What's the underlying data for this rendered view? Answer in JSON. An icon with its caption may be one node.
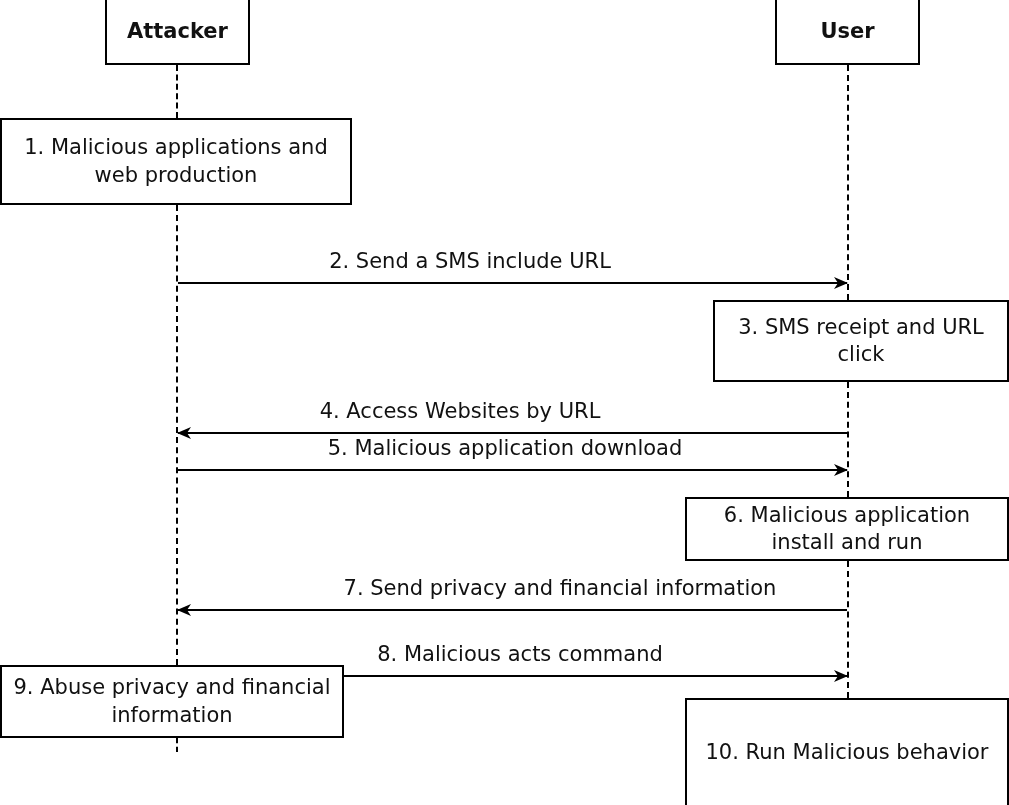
{
  "diagram": {
    "nodes": [
      {
        "text": [
          "Attacker"
        ]
      },
      {
        "text": [
          "User"
        ]
      },
      {
        "text": [
          "1. Malicious applications and web production"
        ]
      },
      {
        "text": [
          "3. SMS receipt and URL click"
        ]
      },
      {
        "text": [
          "6. Malicious application install and run"
        ]
      },
      {
        "text": [
          "9. Abuse privacy and financial information"
        ]
      },
      {
        "text": [
          "10. Run Malicious behavior"
        ]
      },
      {
        "text": [],
        "shape": "line"
      },
      {
        "text": [],
        "shape": "line"
      },
      {
        "text": [],
        "shape": "line"
      },
      {
        "text": [],
        "shape": "line"
      },
      {
        "text": [],
        "shape": "line"
      },
      {
        "text": [],
        "shape": "line"
      }
    ],
    "edges": [
      {
        "from": 8,
        "to": 10,
        "arrow": "to",
        "label": "2. Send a SMS include URL"
      },
      {
        "from": 11,
        "to": 8,
        "arrow": "to",
        "label": "4. Access Websites by URL"
      },
      {
        "from": 8,
        "to": 11,
        "arrow": "to",
        "label": "5. Malicious application download"
      },
      {
        "from": 12,
        "to": 8,
        "arrow": "to",
        "label": "7. Send privacy and financial information"
      },
      {
        "from": 5,
        "to": 12,
        "arrow": "to",
        "label": "8. Malicious acts command"
      }
    ]
  }
}
